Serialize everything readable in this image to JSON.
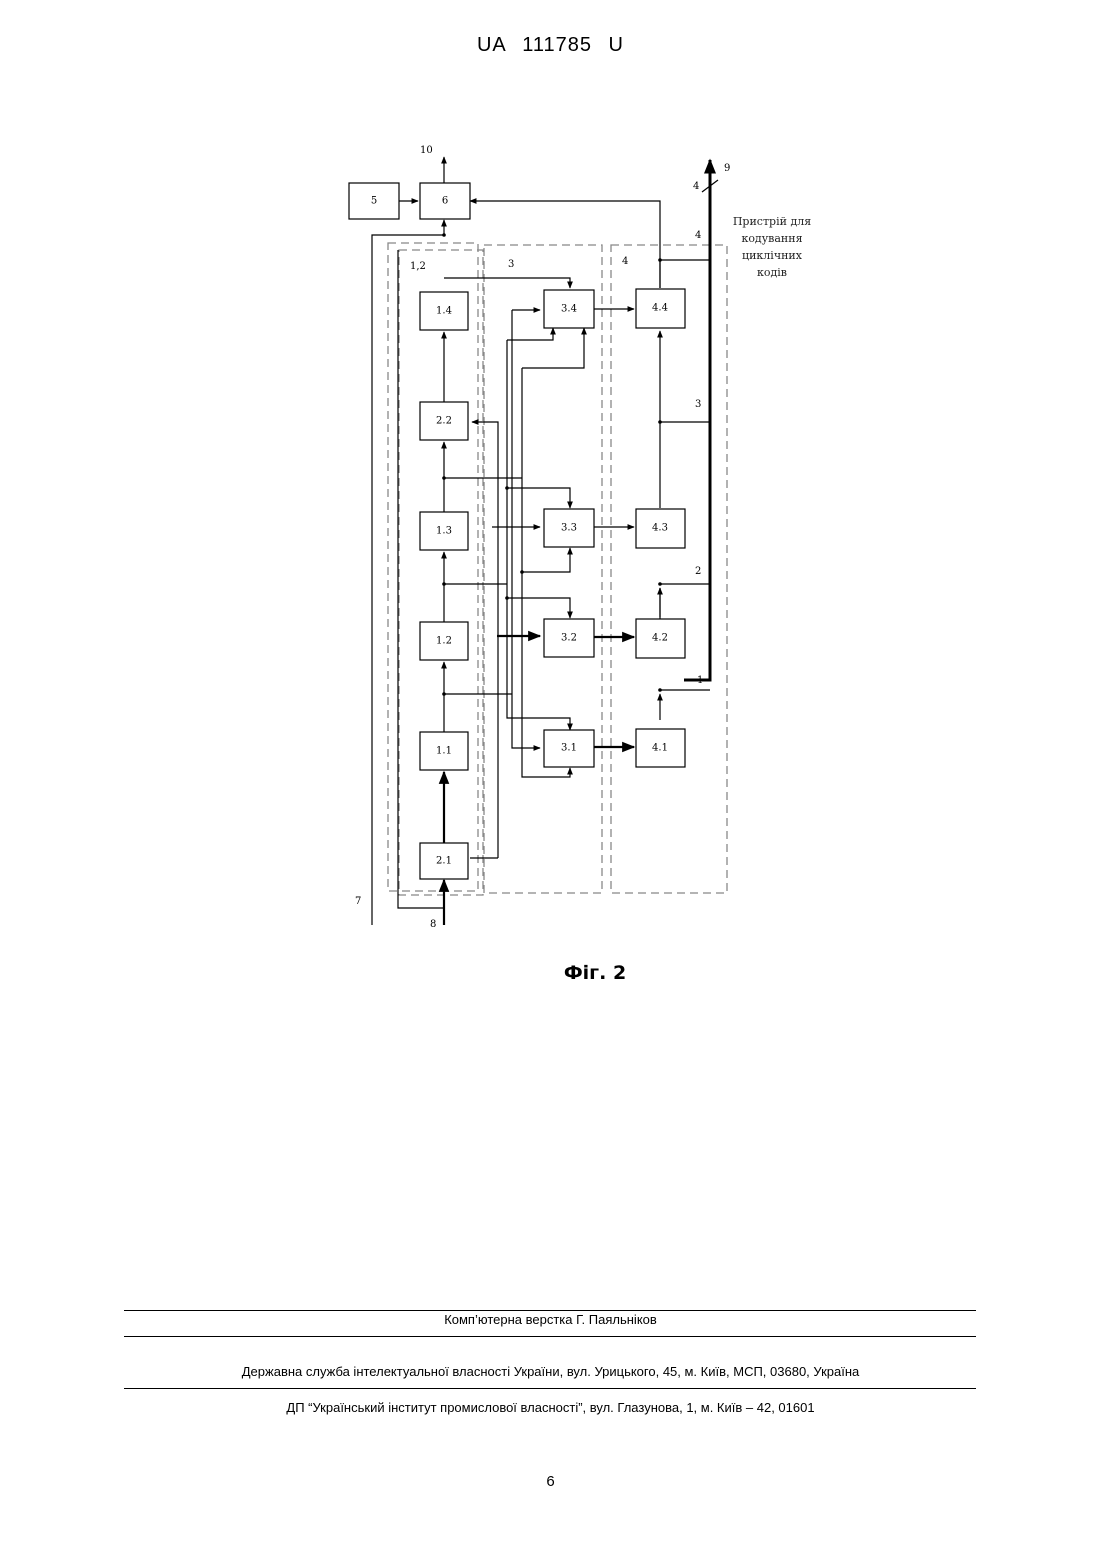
{
  "header": {
    "doc_number": "UA   111785   U"
  },
  "figure": {
    "caption": "Фіг. 2",
    "device_label_lines": [
      "Пристрій для",
      "кодування",
      "циклічних",
      "кодів"
    ],
    "blocks": {
      "b5": "5",
      "b6": "6",
      "b14": "1.4",
      "b22": "2.2",
      "b13": "1.3",
      "b12": "1.2",
      "b11": "1.1",
      "b21": "2.1",
      "b34": "3.4",
      "b33": "3.3",
      "b32": "3.2",
      "b31": "3.1",
      "b44": "4.4",
      "b43": "4.3",
      "b42": "4.2",
      "b41": "4.1"
    },
    "group_labels": {
      "g12": "1,2",
      "g3": "3",
      "g4": "4"
    },
    "terminals": {
      "t10": "10",
      "t9": "9",
      "t7": "7",
      "t8": "8"
    },
    "bus_labels": {
      "b1": "1",
      "b2": "2",
      "b3": "3",
      "b4a": "4",
      "b4b": "4"
    }
  },
  "footer": {
    "layout_credit": "Комп’ютерна верстка Г. Паяльніков",
    "agency": "Державна служба інтелектуальної власності України, вул. Урицького, 45, м. Київ, МСП, 03680, Україна",
    "institute": "ДП “Український інститут промислової власності”, вул. Глазунова, 1, м. Київ – 42, 01601"
  },
  "page_number": "6"
}
